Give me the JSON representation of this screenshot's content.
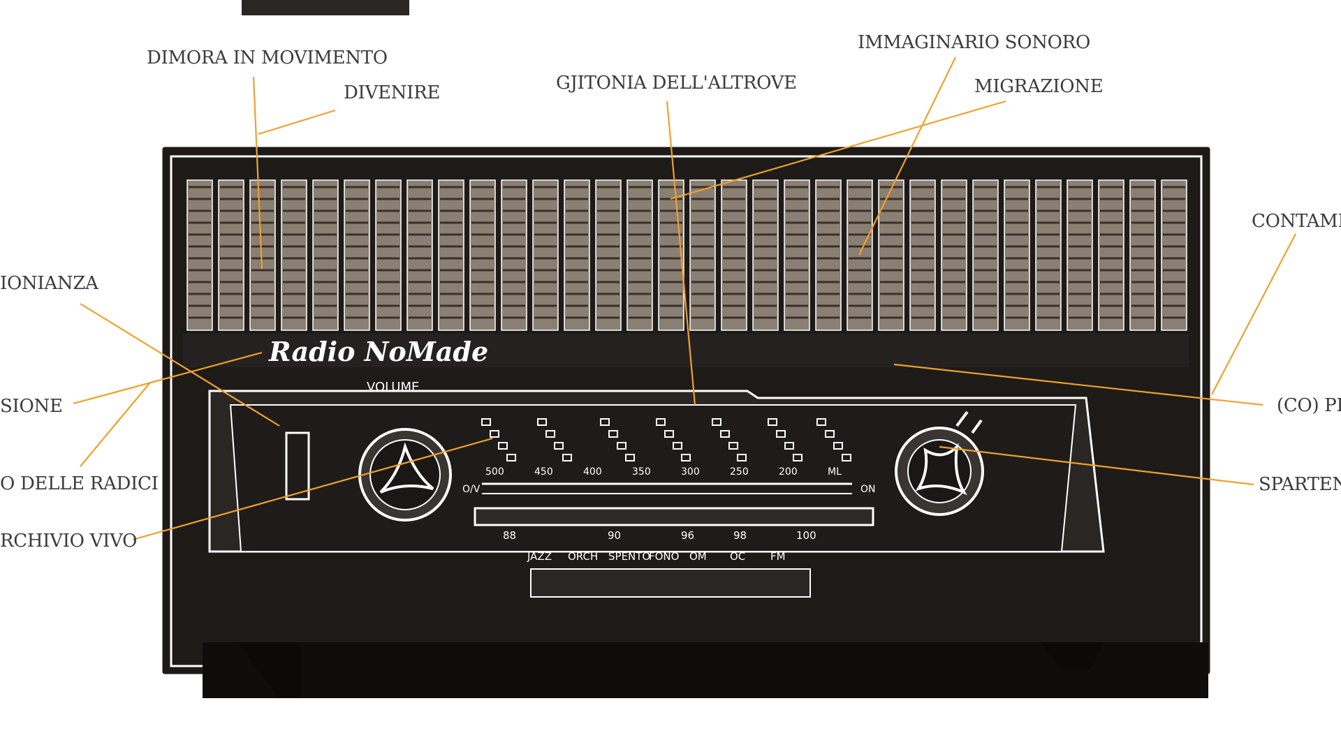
{
  "top_bar_color": "#2a2624",
  "leader_color": "#f0a12a",
  "radio": {
    "brand": "Radio NoMade",
    "volume_label": "VOLUME",
    "on_off_left": "O/V",
    "on_off_right": "ON",
    "am_scale": [
      "500",
      "450",
      "400",
      "350",
      "300",
      "250",
      "200",
      "ML"
    ],
    "fm_scale": [
      "88",
      "90",
      "96",
      "98",
      "100"
    ],
    "band_buttons": [
      "JAZZ",
      "ORCH",
      "SPENTO",
      "FONO",
      "OM",
      "OC",
      "FM"
    ]
  },
  "labels": {
    "dimora": "DIMORA IN MOVIMENTO",
    "divenire": "DIVENIRE",
    "gjitonia": "GJITONIA DELL'ALTROVE",
    "immaginario": "IMMAGINARIO SONORO",
    "migrazione": "MIGRAZIONE",
    "contamin": "CONTAMI",
    "testimonianza": "IONIANZA",
    "sione": "SIONE",
    "radici": "O DELLE RADICI",
    "archivio": "RCHIVIO VIVO",
    "coprod": "(CO) PR",
    "spartenza": "SPARTEN"
  }
}
